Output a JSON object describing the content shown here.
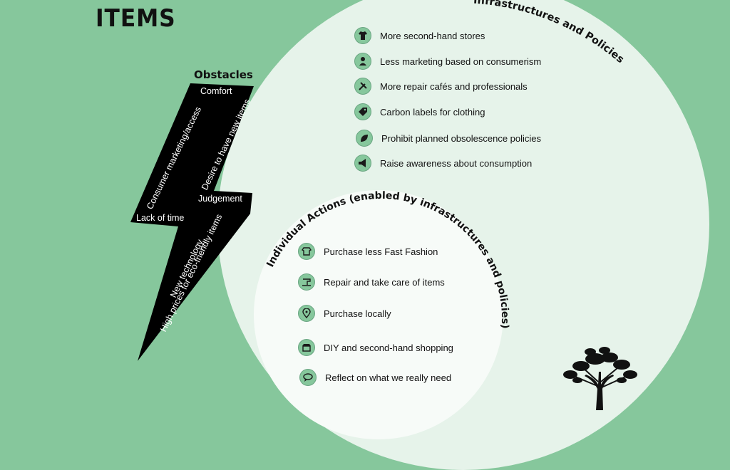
{
  "page_title": "ITEMS",
  "obstacles": {
    "title": "Obstacles",
    "comfort": "Comfort",
    "consumer_marketing": "Consumer marketing/access",
    "desire": "Desire to have new items",
    "judgement": "Judgement",
    "lack_of_time": "Lack of time",
    "new_technology": "New technology",
    "high_prices": "High prices for eco-friendly items"
  },
  "infrastructures": {
    "title": "Infrastructures and Policies",
    "items": [
      {
        "label": "More second-hand stores",
        "icon": "shirt-icon"
      },
      {
        "label": "Less marketing based on consumerism",
        "icon": "person-icon"
      },
      {
        "label": "More repair cafés and professionals",
        "icon": "tools-icon"
      },
      {
        "label": "Carbon labels for clothing",
        "icon": "tag-icon"
      },
      {
        "label": "Prohibit planned obsolescence policies",
        "icon": "leaf-icon"
      },
      {
        "label": "Raise awareness about consumption",
        "icon": "megaphone-icon"
      }
    ]
  },
  "individual": {
    "title": "Individual Actions (enabled by infrastructures and policies)",
    "items": [
      {
        "label": "Purchase less Fast Fashion",
        "icon": "clothes-icon"
      },
      {
        "label": "Repair and take care of items",
        "icon": "sewing-machine-icon"
      },
      {
        "label": "Purchase locally",
        "icon": "location-pin-icon"
      },
      {
        "label": "DIY and second-hand shopping",
        "icon": "shop-icon"
      },
      {
        "label": "Reflect on what we really need",
        "icon": "speech-bubble-icon"
      }
    ]
  },
  "colors": {
    "background": "#86c79c",
    "big_circle": "#e6f3ea",
    "small_circle": "#f7fbf8",
    "bolt": "#000000"
  }
}
